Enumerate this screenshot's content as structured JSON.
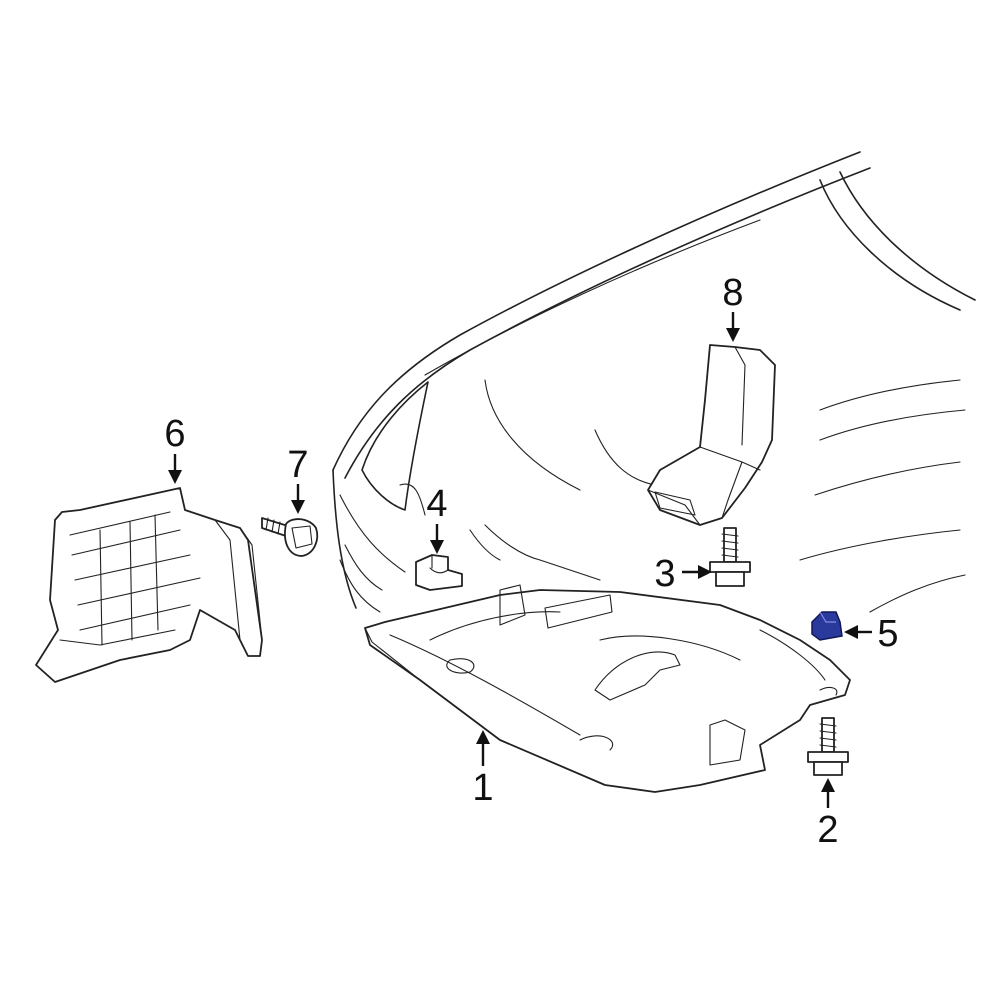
{
  "callouts": [
    {
      "id": "1",
      "label": "1"
    },
    {
      "id": "2",
      "label": "2"
    },
    {
      "id": "3",
      "label": "3"
    },
    {
      "id": "4",
      "label": "4"
    },
    {
      "id": "5",
      "label": "5"
    },
    {
      "id": "6",
      "label": "6"
    },
    {
      "id": "7",
      "label": "7"
    },
    {
      "id": "8",
      "label": "8"
    }
  ],
  "colors": {
    "line": "#222222",
    "highlight_part": "#2a3a9c",
    "background": "#ffffff"
  }
}
